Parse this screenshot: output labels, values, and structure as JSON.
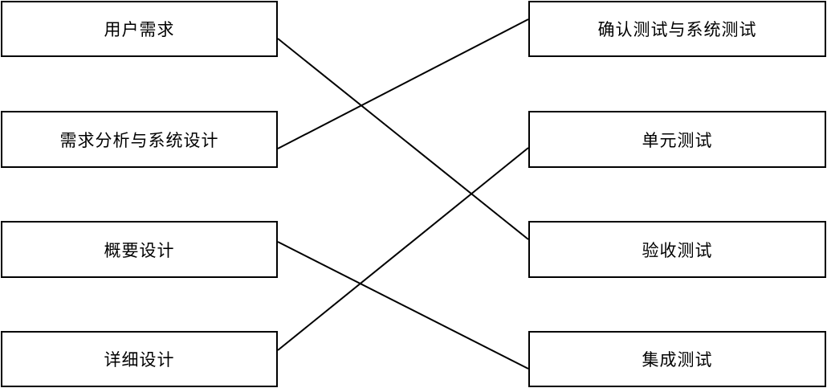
{
  "left_boxes": [
    {
      "label": "用户需求"
    },
    {
      "label": "需求分析与系统设计"
    },
    {
      "label": "概要设计"
    },
    {
      "label": "详细设计"
    }
  ],
  "right_boxes": [
    {
      "label": "确认测试与系统测试"
    },
    {
      "label": "单元测试"
    },
    {
      "label": "验收测试"
    },
    {
      "label": "集成测试"
    }
  ],
  "connections": [
    {
      "from": "用户需求",
      "to": "验收测试"
    },
    {
      "from": "需求分析与系统设计",
      "to": "确认测试与系统测试"
    },
    {
      "from": "概要设计",
      "to": "集成测试"
    },
    {
      "from": "详细设计",
      "to": "单元测试"
    }
  ]
}
